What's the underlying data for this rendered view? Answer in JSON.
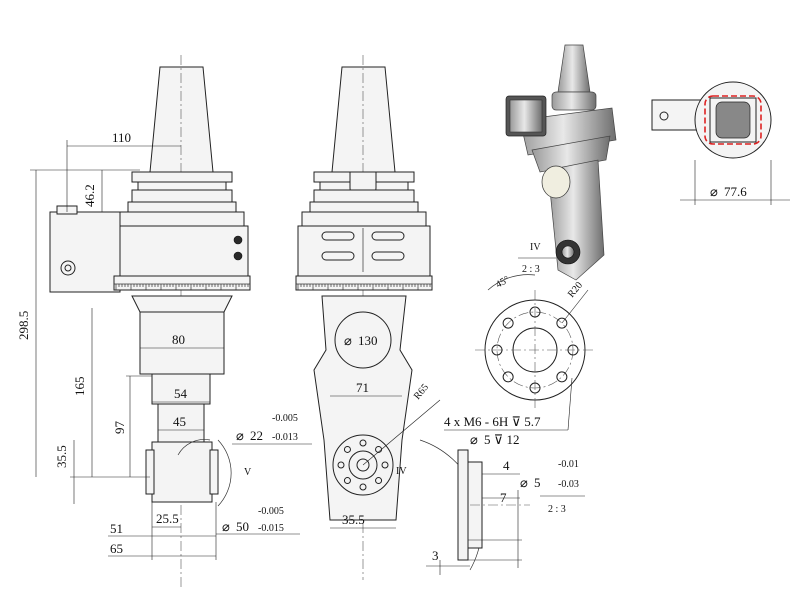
{
  "dimensions": {
    "d110": "110",
    "d46_2": "46.2",
    "d298_5": "298.5",
    "d80": "80",
    "d165": "165",
    "d97": "97",
    "d54": "54",
    "d45": "45",
    "d35_5_left": "35.5",
    "d25_5": "25.5",
    "d51": "51",
    "d65": "65",
    "tol22_upper": "-0.005",
    "tol22_main": "22",
    "tol22_lower": "-0.013",
    "tol50_upper": "-0.005",
    "tol50_main": "50",
    "tol50_lower": "-0.015",
    "dia130": "130",
    "d71": "71",
    "r65": "R65",
    "d35_5_mid": "35.5",
    "ang45": "45°",
    "r20": "R20",
    "view_iv_1": "IV",
    "scale_1": "2 : 3",
    "thread_callout": "4 x   M6 - 6H ⊽ 5.7",
    "drill_callout": "5 ⊽ 12",
    "d4": "4",
    "d7": "7",
    "tol5_upper": "-0.01",
    "tol5_main": "5",
    "tol5_lower": "-0.03",
    "scale_2": "2 : 3",
    "d3": "3",
    "dia77_6": "77.6",
    "view_v": "V",
    "view_iv_2": "IV"
  }
}
